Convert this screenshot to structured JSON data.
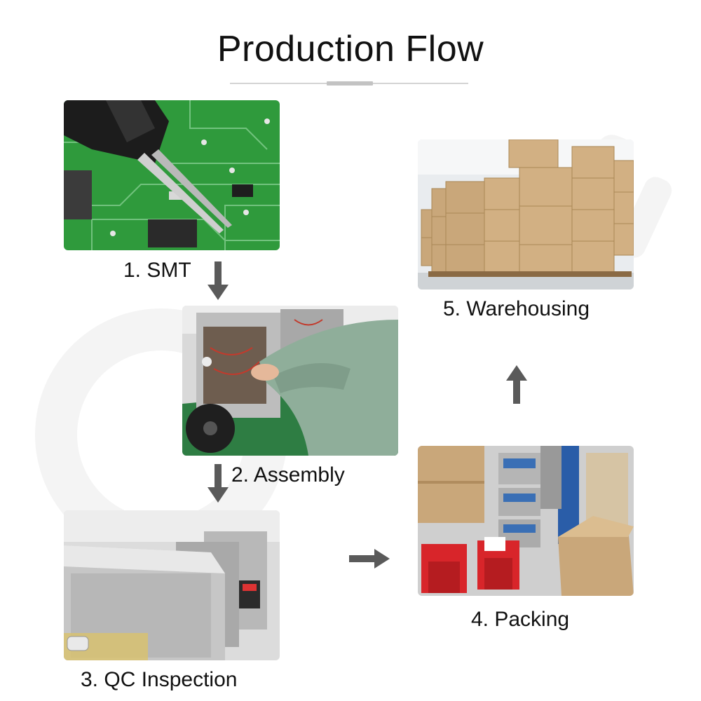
{
  "title": "Production Flow",
  "steps": [
    {
      "label": "1. SMT"
    },
    {
      "label": "2. Assembly"
    },
    {
      "label": "3. QC Inspection"
    },
    {
      "label": "4. Packing"
    },
    {
      "label": "5. Warehousing"
    }
  ],
  "icons": {
    "arrows": [
      "arrow-down-icon",
      "arrow-down-icon",
      "arrow-right-icon",
      "arrow-up-icon"
    ]
  },
  "colors": {
    "arrow": "#5a5a5a",
    "pcb_green": "#2f9a3c",
    "carton": "#c9a77a"
  }
}
